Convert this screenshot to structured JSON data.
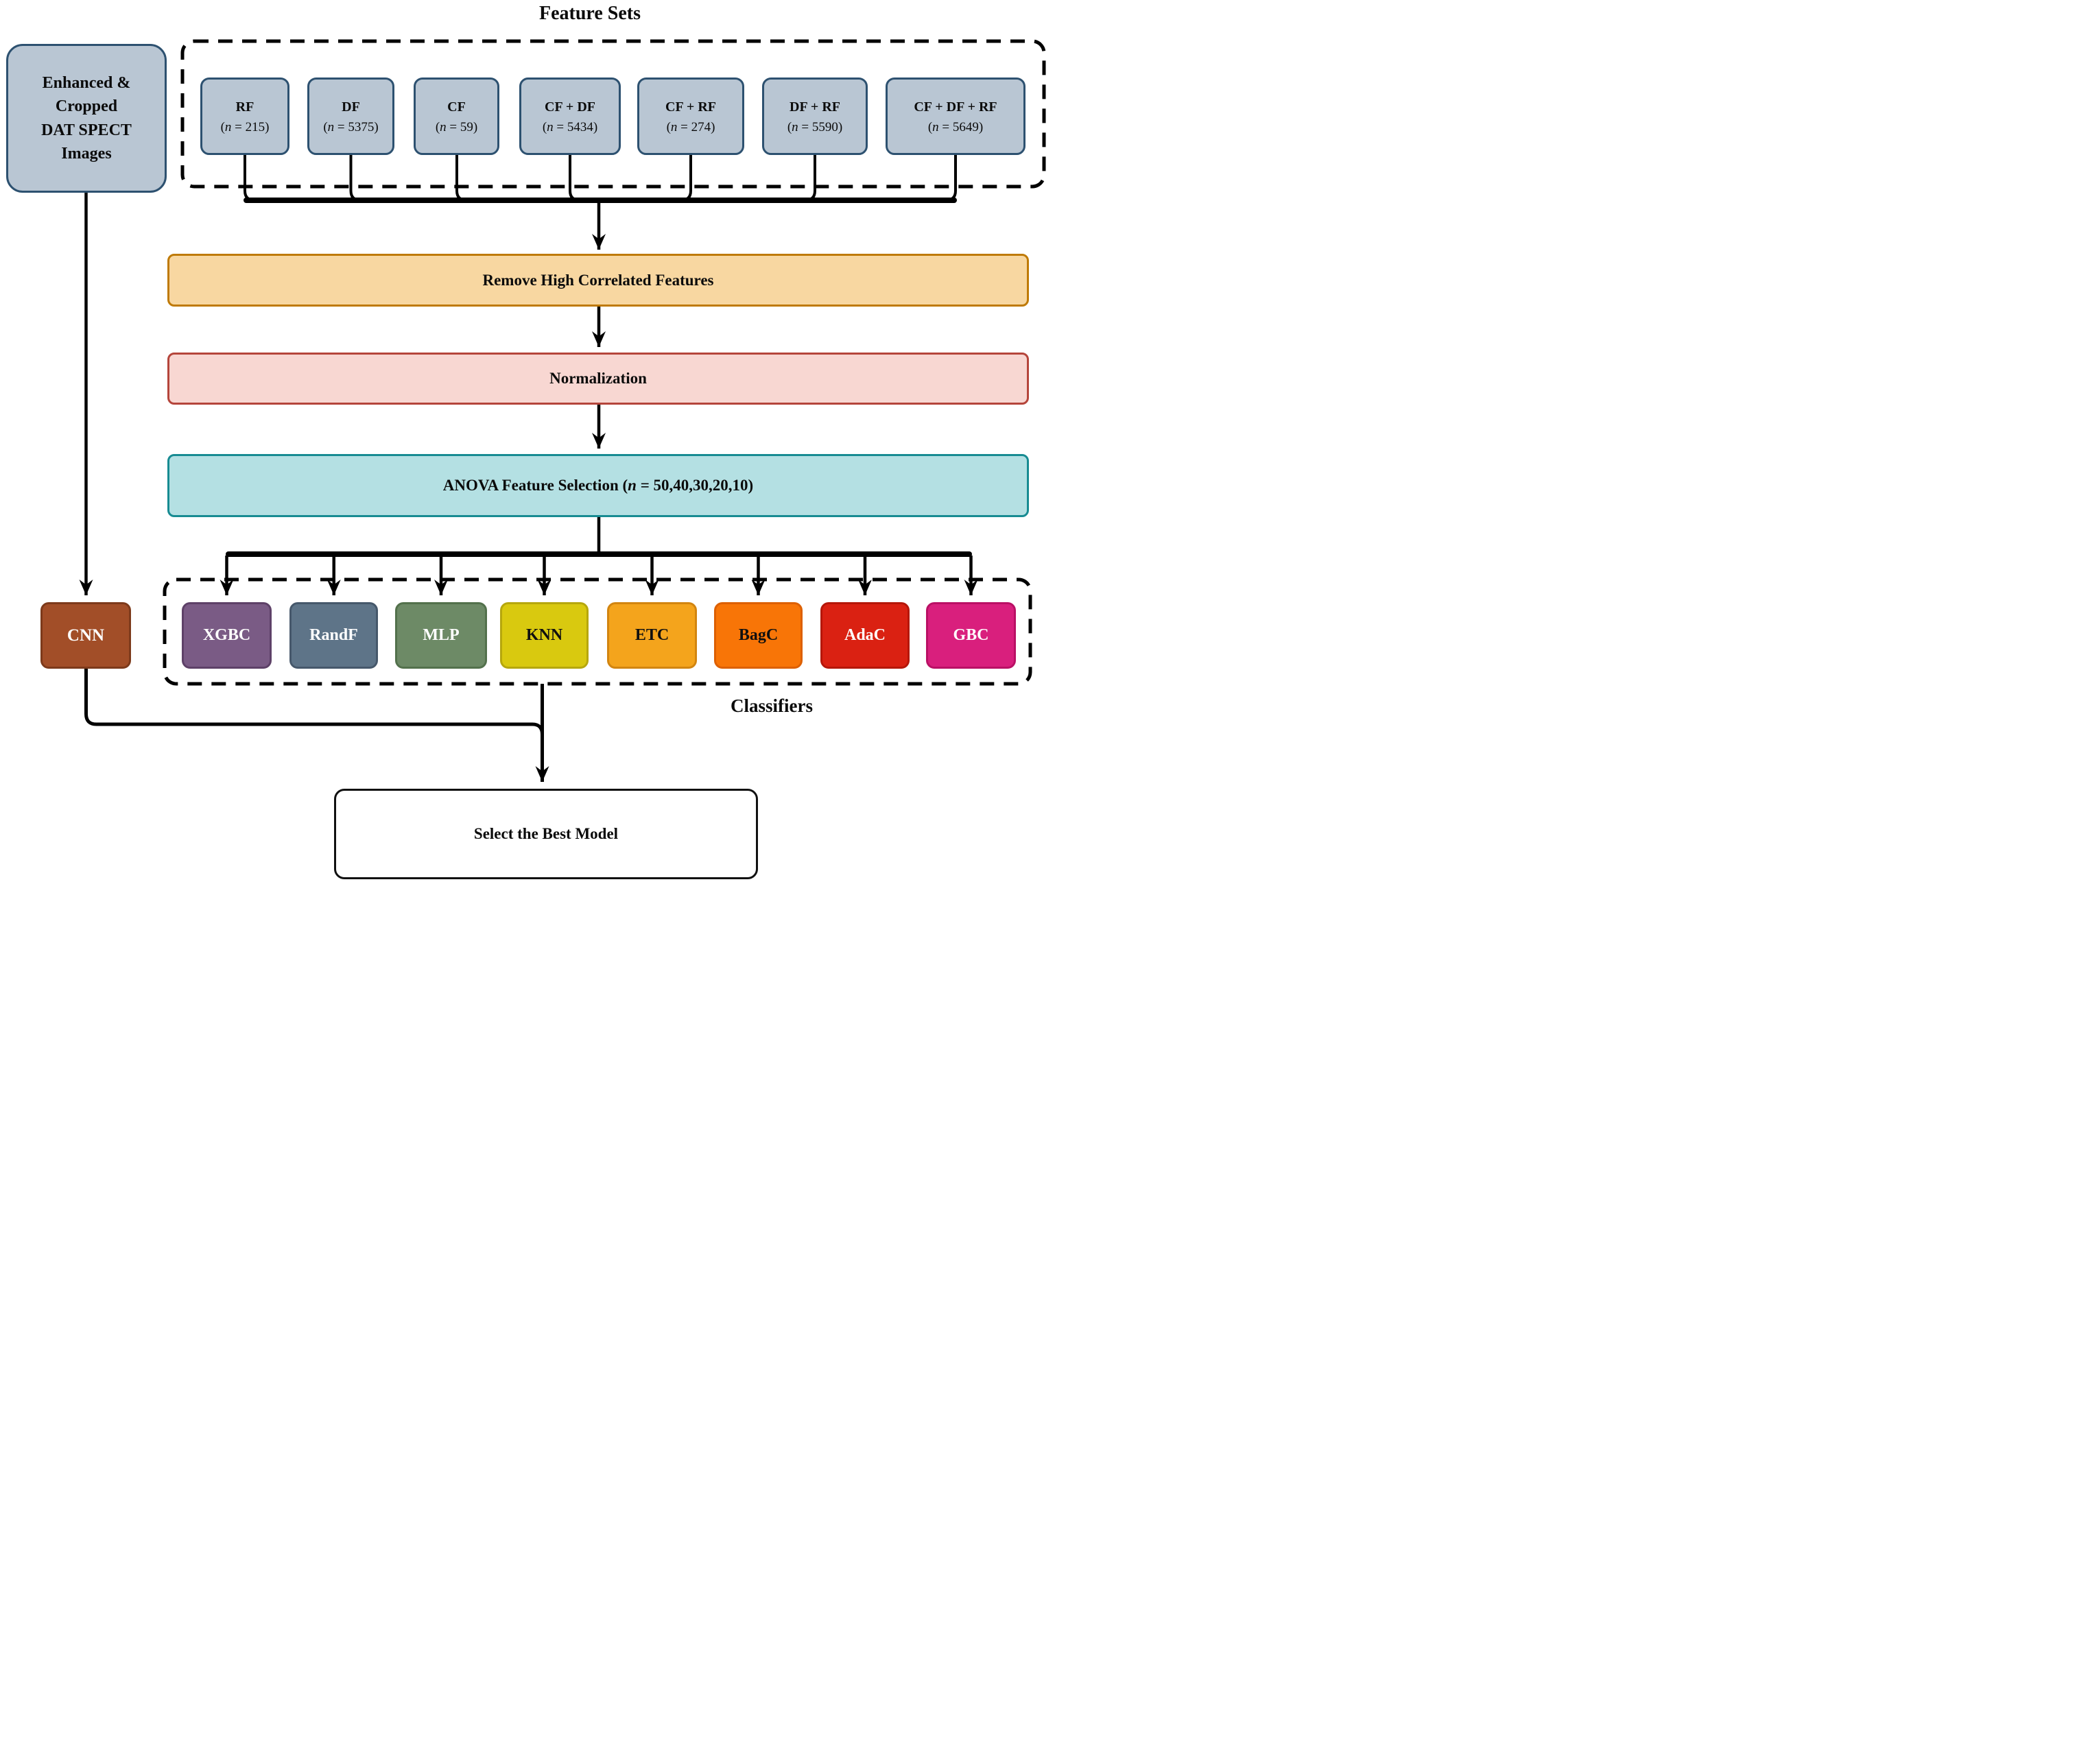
{
  "title": "Feature Sets",
  "input_node": {
    "label": "Enhanced &\nCropped\nDAT SPECT\nImages",
    "fill": "#b9c6d3",
    "border": "#2d5170"
  },
  "feature_sets": {
    "fill": "#b9c6d3",
    "border": "#2d5170",
    "items": [
      {
        "label": "RF",
        "n_symbol": "n",
        "n": "215"
      },
      {
        "label": "DF",
        "n_symbol": "n",
        "n": "5375"
      },
      {
        "label": "CF",
        "n_symbol": "n",
        "n": "59"
      },
      {
        "label": "CF + DF",
        "n_symbol": "n",
        "n": "5434"
      },
      {
        "label": "CF + RF",
        "n_symbol": "n",
        "n": "274"
      },
      {
        "label": "DF + RF",
        "n_symbol": "n",
        "n": "5590"
      },
      {
        "label": "CF + DF + RF",
        "n_symbol": "n",
        "n": "5649"
      }
    ]
  },
  "pipeline": [
    {
      "label": "Remove High Correlated Features",
      "fill": "#f8d7a1",
      "border": "#bf7a06"
    },
    {
      "label": "Normalization",
      "fill": "#f8d7d2",
      "border": "#b5453b"
    },
    {
      "label_prefix": "ANOVA Feature Selection (",
      "label_n": "n",
      "label_suffix": " = 50,40,30,20,10)",
      "fill": "#b4e0e3",
      "border": "#178b92"
    }
  ],
  "cnn_node": {
    "label": "CNN",
    "fill": "#a24e28",
    "border": "#7d3a1b",
    "text_color": "#ffffff"
  },
  "classifiers_label": "Classifiers",
  "classifiers": [
    {
      "label": "XGBC",
      "fill": "#7a5b85",
      "border": "#5e4168",
      "text_color": "#ffffff"
    },
    {
      "label": "RandF",
      "fill": "#5e7488",
      "border": "#46586b",
      "text_color": "#ffffff"
    },
    {
      "label": "MLP",
      "fill": "#6d8a66",
      "border": "#53714c",
      "text_color": "#ffffff"
    },
    {
      "label": "KNN",
      "fill": "#d9c90f",
      "border": "#b6a70d",
      "text_color": "#101010"
    },
    {
      "label": "ETC",
      "fill": "#f4a41c",
      "border": "#d28510",
      "text_color": "#101010"
    },
    {
      "label": "BagC",
      "fill": "#f87507",
      "border": "#dd6002",
      "text_color": "#101010"
    },
    {
      "label": "AdaC",
      "fill": "#da2112",
      "border": "#b5170a",
      "text_color": "#ffffff"
    },
    {
      "label": "GBC",
      "fill": "#d91f7d",
      "border": "#ba1065",
      "text_color": "#ffffff"
    }
  ],
  "output_node": {
    "label": "Select the Best Model"
  }
}
